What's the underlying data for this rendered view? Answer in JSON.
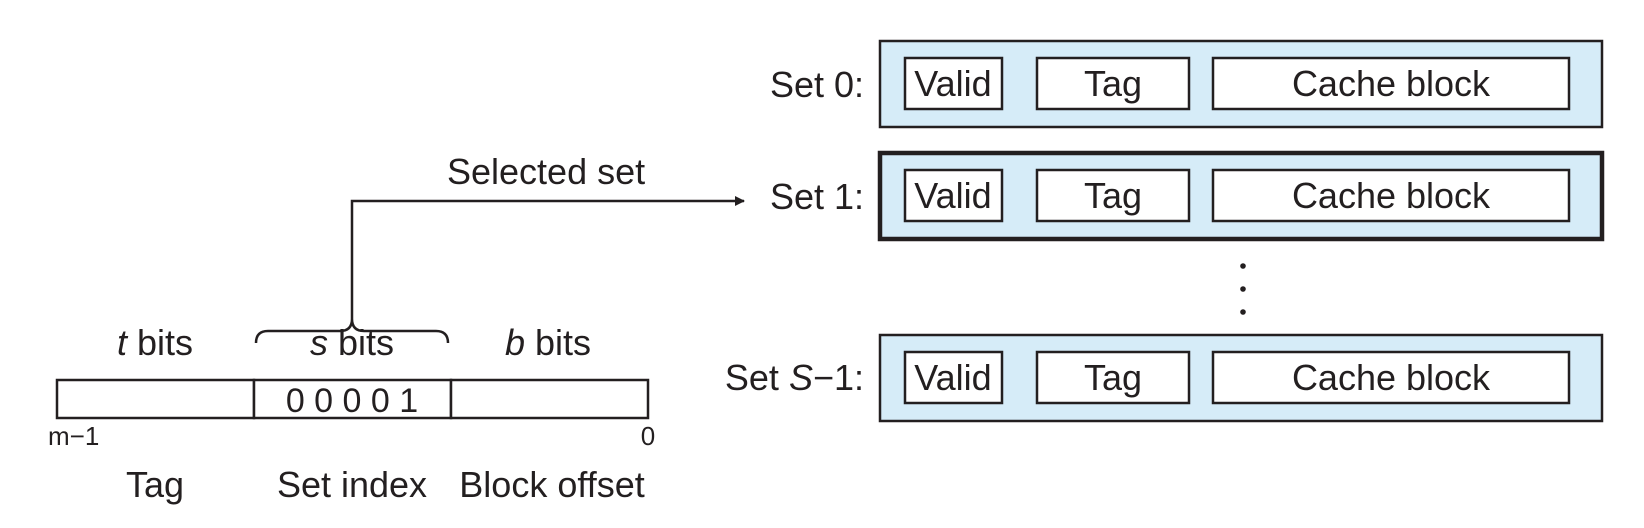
{
  "address": {
    "fields": [
      {
        "var": "t",
        "unit": " bits",
        "name": "Tag",
        "value": ""
      },
      {
        "var": "s",
        "unit": " bits",
        "name": "Set index",
        "value": "0 0 0 0 1"
      },
      {
        "var": "b",
        "unit": " bits",
        "name": "Block offset",
        "value": ""
      }
    ],
    "msb_label": "m−1",
    "lsb_label": "0"
  },
  "selected_set_label": "Selected set",
  "cache": {
    "sets": [
      {
        "label": "Set 0:",
        "valid": "Valid",
        "tag": "Tag",
        "block": "Cache block",
        "selected": false
      },
      {
        "label": "Set 1:",
        "valid": "Valid",
        "tag": "Tag",
        "block": "Cache block",
        "selected": true
      },
      {
        "label_prefix": "Set ",
        "label_var": "S",
        "label_suffix": "−1:",
        "valid": "Valid",
        "tag": "Tag",
        "block": "Cache block",
        "selected": false
      }
    ],
    "ellipsis": "⋮"
  },
  "colors": {
    "set_fill": "#d6ecf8",
    "ink": "#231f20"
  }
}
